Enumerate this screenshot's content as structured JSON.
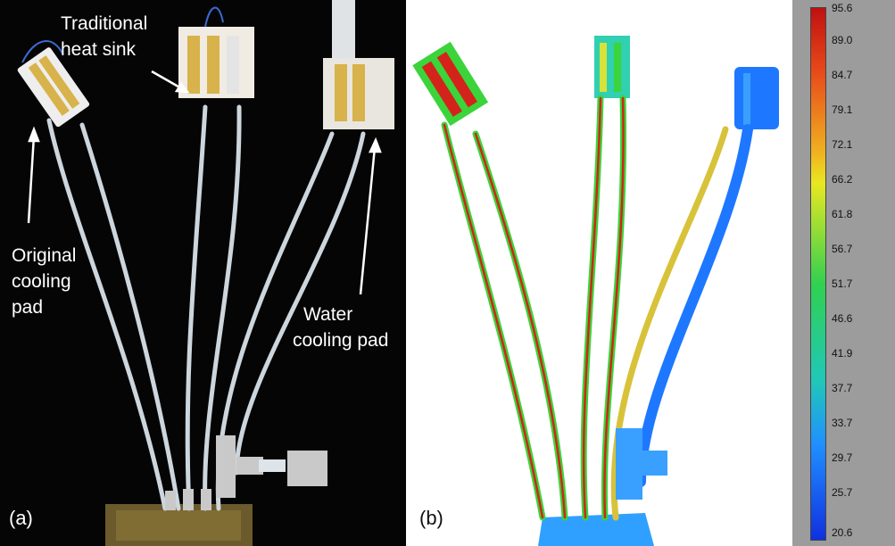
{
  "panel_a": {
    "tag": "(a)",
    "labels": {
      "traditional_line1": "Traditional",
      "traditional_line2": "heat sink",
      "original_line1": "Original",
      "original_line2": "cooling",
      "original_line3": "pad",
      "water_line1": "Water",
      "water_line2": "cooling pad"
    }
  },
  "panel_b": {
    "tag": "(b)"
  },
  "colorbar": {
    "ticks": [
      "95.6",
      "89.0",
      "84.7",
      "79.1",
      "72.1",
      "66.2",
      "61.8",
      "56.7",
      "51.7",
      "46.6",
      "41.9",
      "37.7",
      "33.7",
      "29.7",
      "25.7",
      "20.6"
    ]
  },
  "colors": {
    "photo_background": "#050505",
    "tubing": "#cdd6dd",
    "thermal_hot": "#d4231a",
    "thermal_green": "#3bd43b",
    "thermal_cool": "#1e78ff"
  }
}
